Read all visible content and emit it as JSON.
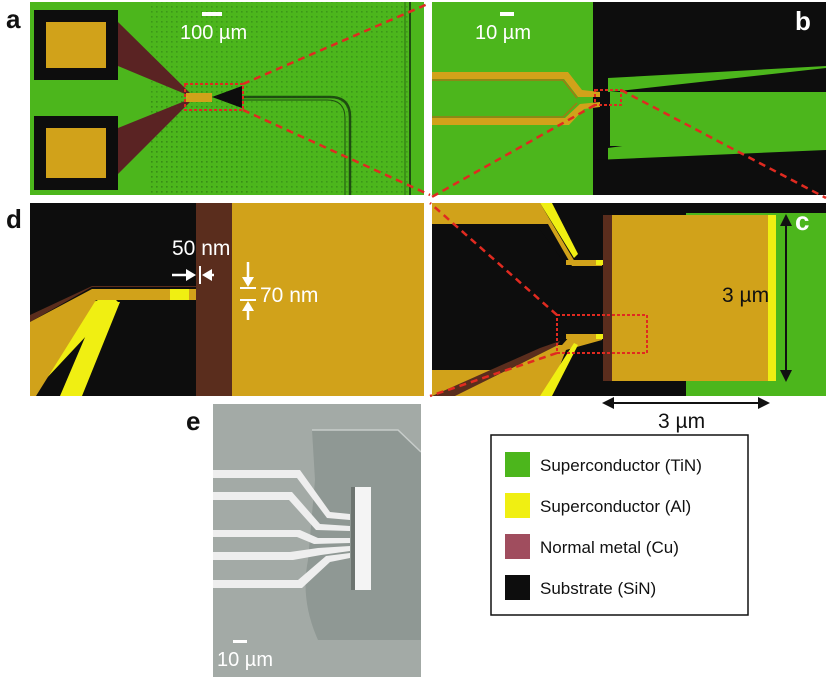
{
  "colors": {
    "superconductor_tin": "#4cb61c",
    "superconductor_al": "#f0ef12",
    "normal_metal_cu": "#5a2d1d",
    "normal_metal_legend": "#a04d5e",
    "substrate_sin": "#0d0d0d",
    "gold_pad": "#d1a21a",
    "zoom_line": "#e02a20",
    "sem_background": "#a3aaa6"
  },
  "panels": {
    "a": {
      "letter": "a",
      "scale_bar": "100 µm"
    },
    "b": {
      "letter": "b",
      "scale_bar": "10 µm"
    },
    "c": {
      "letter": "c",
      "height_label": "3 µm",
      "width_label": "3 µm"
    },
    "d": {
      "letter": "d",
      "gap_label": "50 nm",
      "width_label": "70 nm"
    },
    "e": {
      "letter": "e",
      "scale_bar": "10 µm"
    }
  },
  "legend": {
    "items": [
      {
        "label": "Superconductor (TiN)",
        "color": "#4cb61c"
      },
      {
        "label": "Superconductor (Al)",
        "color": "#f0ef12"
      },
      {
        "label": "Normal metal (Cu)",
        "color": "#a04d5e"
      },
      {
        "label": "Substrate (SiN)",
        "color": "#0d0d0d"
      }
    ]
  }
}
